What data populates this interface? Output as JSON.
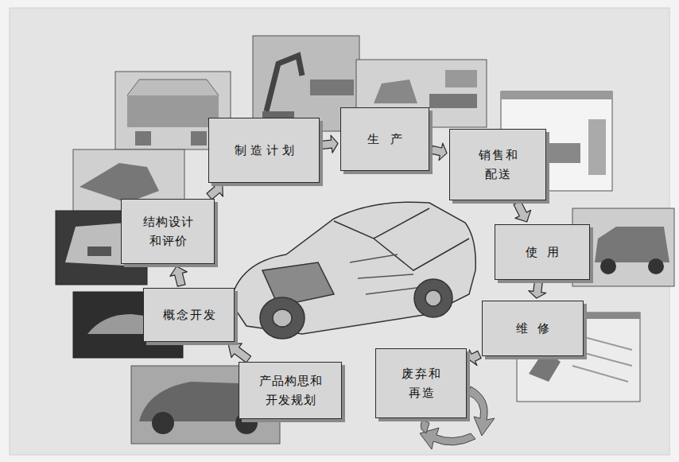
{
  "diagram": {
    "nodes": [
      {
        "text": [
          "产品构思和 开发规划"
        ]
      },
      {
        "text": [
          "概念开发"
        ]
      },
      {
        "text": [
          "结构设计 和评价"
        ]
      },
      {
        "text": [
          "制造计划"
        ]
      },
      {
        "text": [
          "生产"
        ]
      },
      {
        "text": [
          "销售和 配送"
        ]
      },
      {
        "text": [
          "使用"
        ]
      },
      {
        "text": [
          "维修"
        ]
      },
      {
        "text": [
          "废弃和 再造"
        ]
      }
    ],
    "edges": [
      {
        "from": 0,
        "to": 1,
        "arrow": "to"
      },
      {
        "from": 1,
        "to": 2,
        "arrow": "to"
      },
      {
        "from": 2,
        "to": 3,
        "arrow": "to"
      },
      {
        "from": 3,
        "to": 4,
        "arrow": "to"
      },
      {
        "from": 4,
        "to": 5,
        "arrow": "to"
      },
      {
        "from": 5,
        "to": 6,
        "arrow": "to"
      },
      {
        "from": 6,
        "to": 7,
        "arrow": "to"
      },
      {
        "from": 7,
        "to": 8,
        "arrow": "to"
      }
    ]
  }
}
